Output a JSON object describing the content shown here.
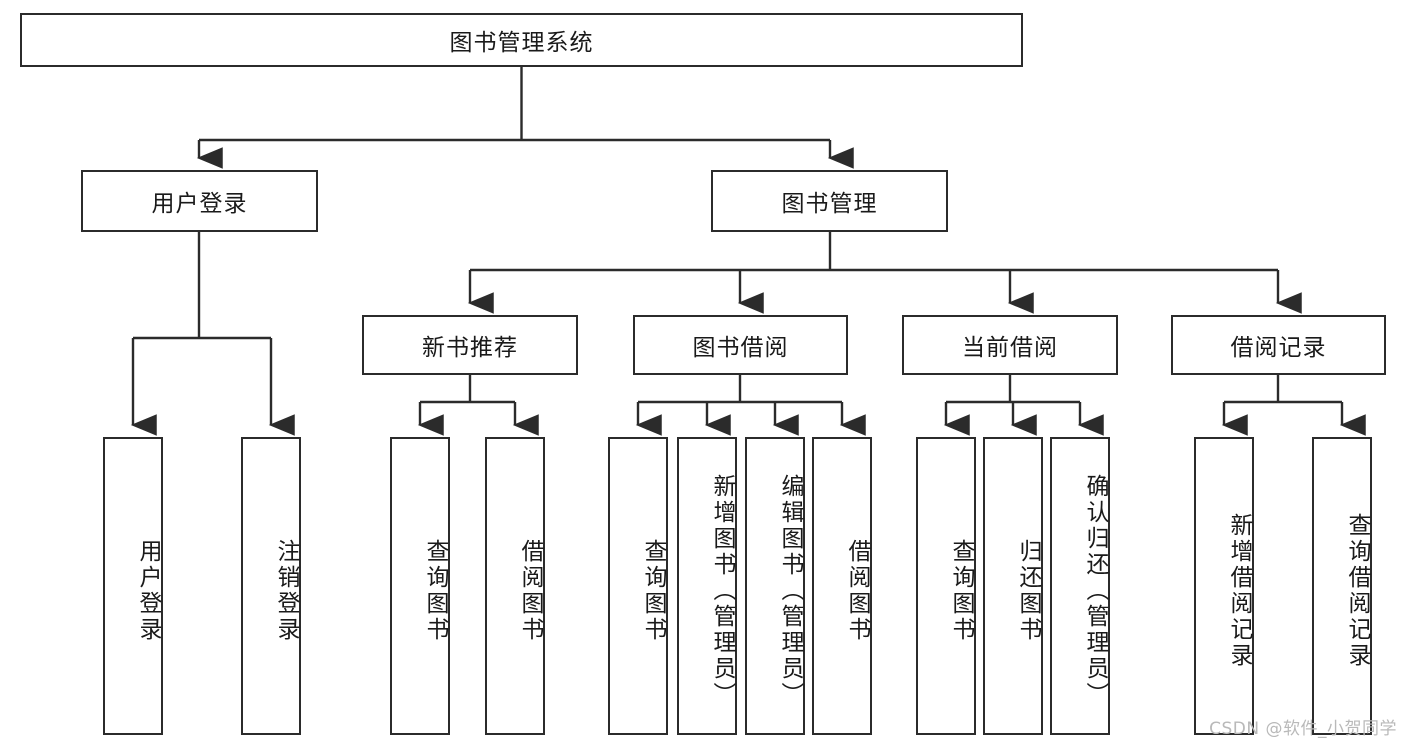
{
  "diagram": {
    "title": "图书管理系统",
    "watermark": "CSDN @软件_小贺同学",
    "colors": {
      "border": "#2b2b2b",
      "fill": "#ffffff",
      "text": "#1a1a1a",
      "line": "#2b2b2b",
      "watermark": "#b9b9b9"
    },
    "nodes": {
      "root": {
        "label": "图书管理系统"
      },
      "level2": [
        {
          "label": "用户登录"
        },
        {
          "label": "图书管理"
        }
      ],
      "level3": [
        {
          "label": "新书推荐"
        },
        {
          "label": "图书借阅"
        },
        {
          "label": "当前借阅"
        },
        {
          "label": "借阅记录"
        }
      ],
      "leaves_user_login": [
        {
          "label": "用户登录"
        },
        {
          "label": "注销登录"
        }
      ],
      "leaves_new_books": [
        {
          "label": "查询图书"
        },
        {
          "label": "借阅图书"
        }
      ],
      "leaves_borrow": [
        {
          "label": "查询图书"
        },
        {
          "label": "新增图书（管理员）"
        },
        {
          "label": "编辑图书（管理员）"
        },
        {
          "label": "借阅图书"
        }
      ],
      "leaves_current": [
        {
          "label": "查询图书"
        },
        {
          "label": "归还图书"
        },
        {
          "label": "确认归还（管理员）"
        }
      ],
      "leaves_records": [
        {
          "label": "新增借阅记录"
        },
        {
          "label": "查询借阅记录"
        }
      ]
    }
  }
}
